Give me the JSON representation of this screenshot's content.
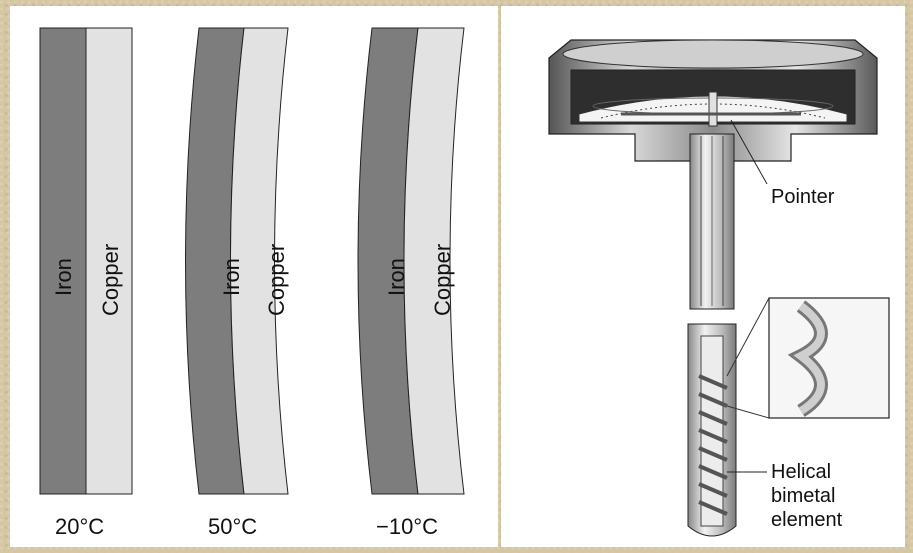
{
  "strips": [
    {
      "iron_label": "Iron",
      "copper_label": "Copper",
      "temperature": "20°C"
    },
    {
      "iron_label": "Iron",
      "copper_label": "Copper",
      "temperature": "50°C"
    },
    {
      "iron_label": "Iron",
      "copper_label": "Copper",
      "temperature": "−10°C"
    }
  ],
  "thermometer": {
    "pointer_label": "Pointer",
    "element_label_line1": "Helical",
    "element_label_line2": "bimetal",
    "element_label_line3": "element"
  },
  "colors": {
    "iron": "#7d7d7d",
    "copper": "#e2e2e2",
    "background": "#d6c7a4"
  }
}
